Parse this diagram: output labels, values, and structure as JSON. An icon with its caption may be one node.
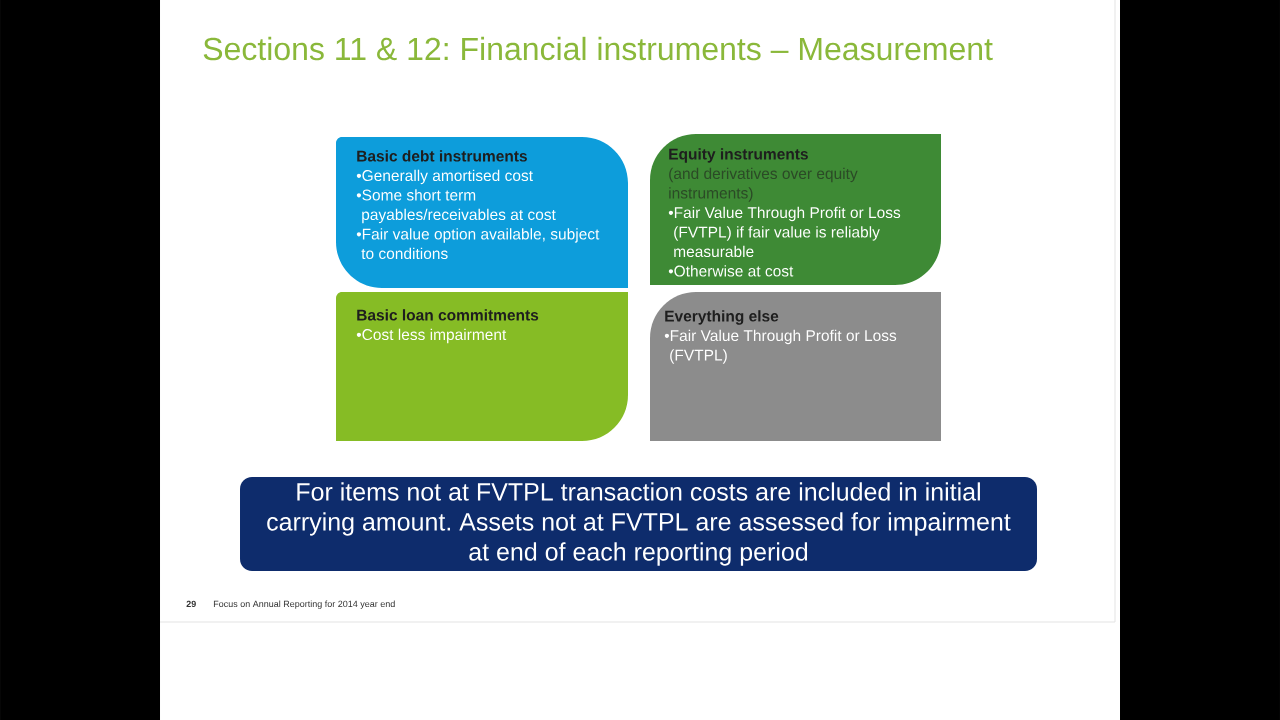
{
  "diagram": {
    "title": "Sections 11 & 12: Financial instruments – Measurement",
    "nodes": [
      {
        "text": [
          "Basic debt instruments",
          "•Generally amortised cost",
          "•Some short term payables/receivables at cost",
          "•Fair value option available, subject to conditions"
        ]
      },
      {
        "text": [
          "Equity instruments",
          "(and derivatives over equity instruments)",
          "•Fair Value Through Profit or Loss (FVTPL) if fair value is reliably measurable",
          "•Otherwise at cost"
        ]
      },
      {
        "text": [
          "Basic loan commitments",
          "•Cost less impairment"
        ]
      },
      {
        "text": [
          "Everything else",
          "•Fair Value Through Profit or Loss (FVTPL)"
        ]
      },
      {
        "text": [
          "For items not at FVTPL transaction costs are included in initial carrying amount. Assets not at FVTPL are assessed for impairment at end of each reporting period"
        ]
      }
    ],
    "labels": [
      "29",
      "Focus on Annual Reporting for 2014 year end"
    ]
  }
}
